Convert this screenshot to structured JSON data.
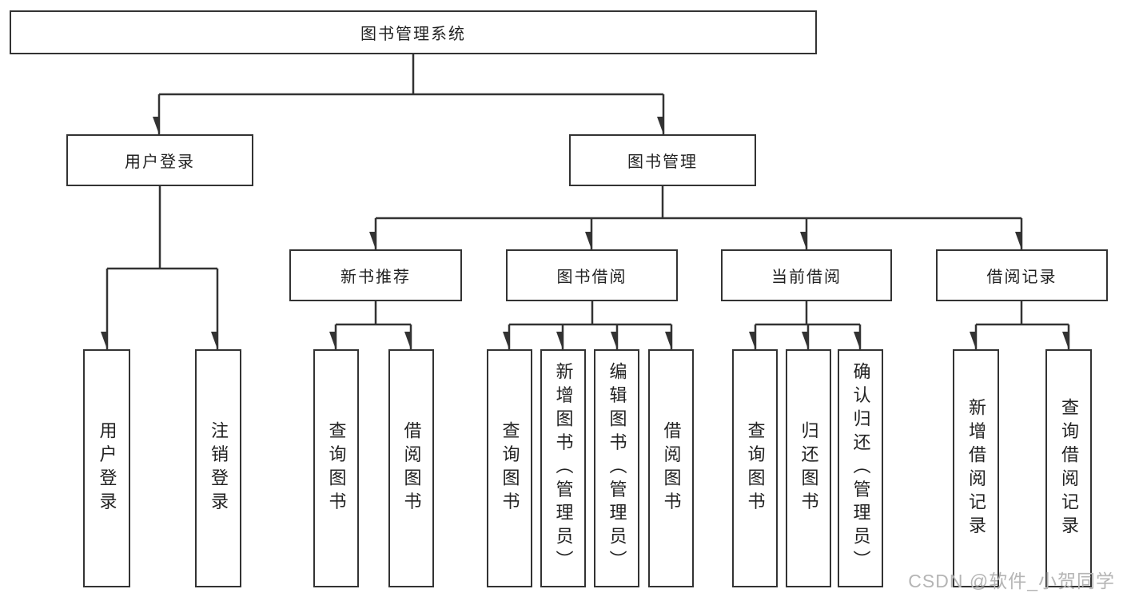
{
  "diagram": {
    "root": {
      "label": "图书管理系统"
    },
    "branches": [
      {
        "label": "用户登录",
        "children": [
          {
            "label": "用户登录"
          },
          {
            "label": "注销登录"
          }
        ]
      },
      {
        "label": "图书管理",
        "children": [
          {
            "label": "新书推荐",
            "children": [
              {
                "label": "查询图书"
              },
              {
                "label": "借阅图书"
              }
            ]
          },
          {
            "label": "图书借阅",
            "children": [
              {
                "label": "查询图书"
              },
              {
                "label": "新增图书（管理员）"
              },
              {
                "label": "编辑图书（管理员）"
              },
              {
                "label": "借阅图书"
              }
            ]
          },
          {
            "label": "当前借阅",
            "children": [
              {
                "label": "查询图书"
              },
              {
                "label": "归还图书"
              },
              {
                "label": "确认归还（管理员）"
              }
            ]
          },
          {
            "label": "借阅记录",
            "children": [
              {
                "label": "新增借阅记录"
              },
              {
                "label": "查询借阅记录"
              }
            ]
          }
        ]
      }
    ]
  },
  "watermark": {
    "text": "CSDN @软件_小贺同学"
  },
  "colors": {
    "line": "#333333",
    "box_border": "#333333",
    "text": "#222222",
    "background": "#ffffff",
    "watermark": "#b5b5b5"
  }
}
